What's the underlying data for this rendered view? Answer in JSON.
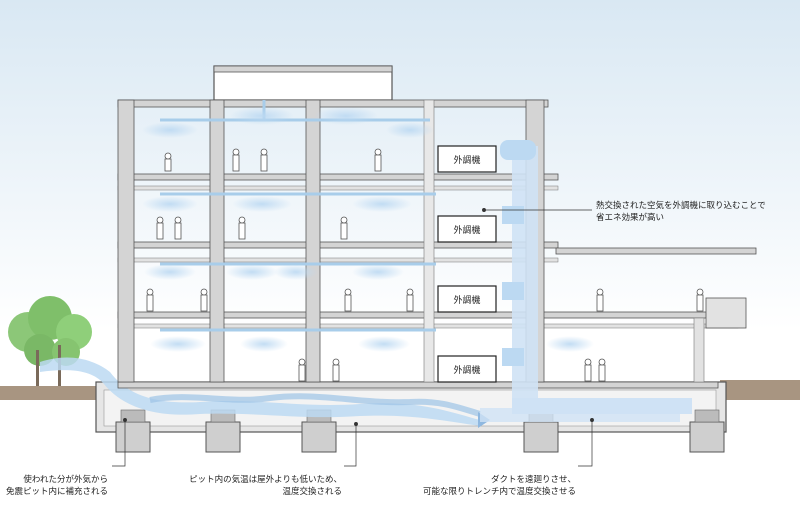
{
  "diagram": {
    "ahu_label": "外調機",
    "annotations": {
      "heat_exchange_line1": "熱交換された空気を外調機に取り込むことで",
      "heat_exchange_line2": "省エネ効果が高い",
      "pit_intake_line1": "使われた分が外気から",
      "pit_intake_line2": "免震ピット内に補充される",
      "pit_temp_line1": "ピット内の気温は屋外よりも低いため、",
      "pit_temp_line2": "温度交換される",
      "duct_line1": "ダクトを遠廻りさせ、",
      "duct_line2": "可能な限りトレンチ内で温度交換させる"
    },
    "colors": {
      "sky_top": "#d9e8f3",
      "ground": "#a89581",
      "airflow": "#bcd9f2",
      "structure": "#d4d4d4",
      "tree": "#7fbf6a"
    }
  }
}
